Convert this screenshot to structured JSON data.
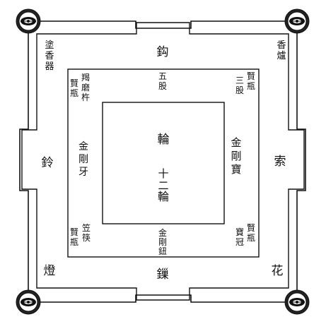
{
  "diagram": {
    "outer_court": {
      "north": "鈎",
      "south": "鏁",
      "west": "鈴",
      "east": "索",
      "north_west": "塗香器",
      "north_east": "香爐",
      "south_west": "燈",
      "south_east": "花"
    },
    "middle_court": {
      "north": "五股",
      "south": "金剛鈕",
      "west": "金剛牙",
      "east": "金剛寶",
      "north_west": [
        "賢瓶",
        "羯磨杵"
      ],
      "north_east": [
        "三股",
        "賢瓶"
      ],
      "south_west": [
        "賢瓶",
        "笠筷"
      ],
      "south_east": [
        "寶冠",
        "賢瓶"
      ]
    },
    "center": {
      "top": "輪",
      "bottom": [
        "十二",
        "輪"
      ]
    },
    "corner_emblem": "vajra-lotus-emblem"
  }
}
